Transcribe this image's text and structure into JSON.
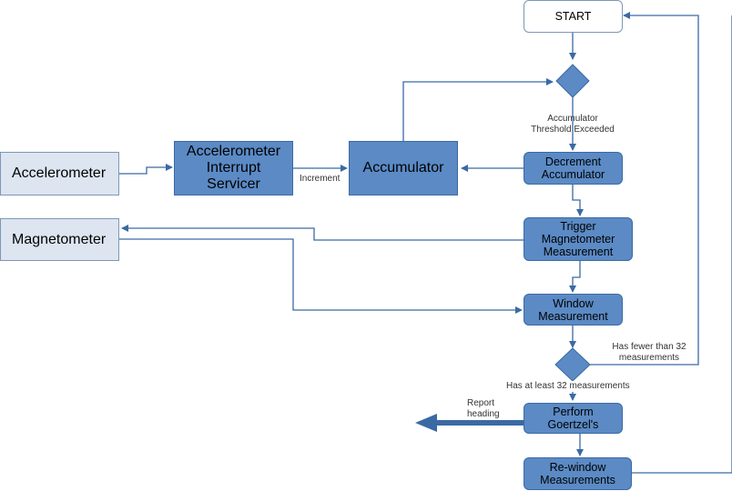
{
  "nodes": {
    "start": "START",
    "accelerometer": "Accelerometer",
    "accel_interrupt_servicer": "Accelerometer\nInterrupt\nServicer",
    "accumulator": "Accumulator",
    "decrement_accumulator": "Decrement\nAccumulator",
    "magnetometer": "Magnetometer",
    "trigger_magnetometer": "Trigger\nMagnetometer\nMeasurement",
    "window_measurement": "Window\nMeasurement",
    "perform_goertzel": "Perform\nGoertzel's",
    "rewindow_measurements": "Re-window\nMeasurements"
  },
  "edge_labels": {
    "increment": "Increment",
    "accumulator_threshold": "Accumulator\nThreshold Exceeded",
    "fewer_than_32": "Has fewer than 32\nmeasurements",
    "at_least_32": "Has at least 32 measurements",
    "report_heading": "Report\nheading"
  },
  "colors": {
    "process_fill": "#5b8ac5",
    "input_fill": "#dce5f0",
    "connector": "#3a6aa4"
  }
}
